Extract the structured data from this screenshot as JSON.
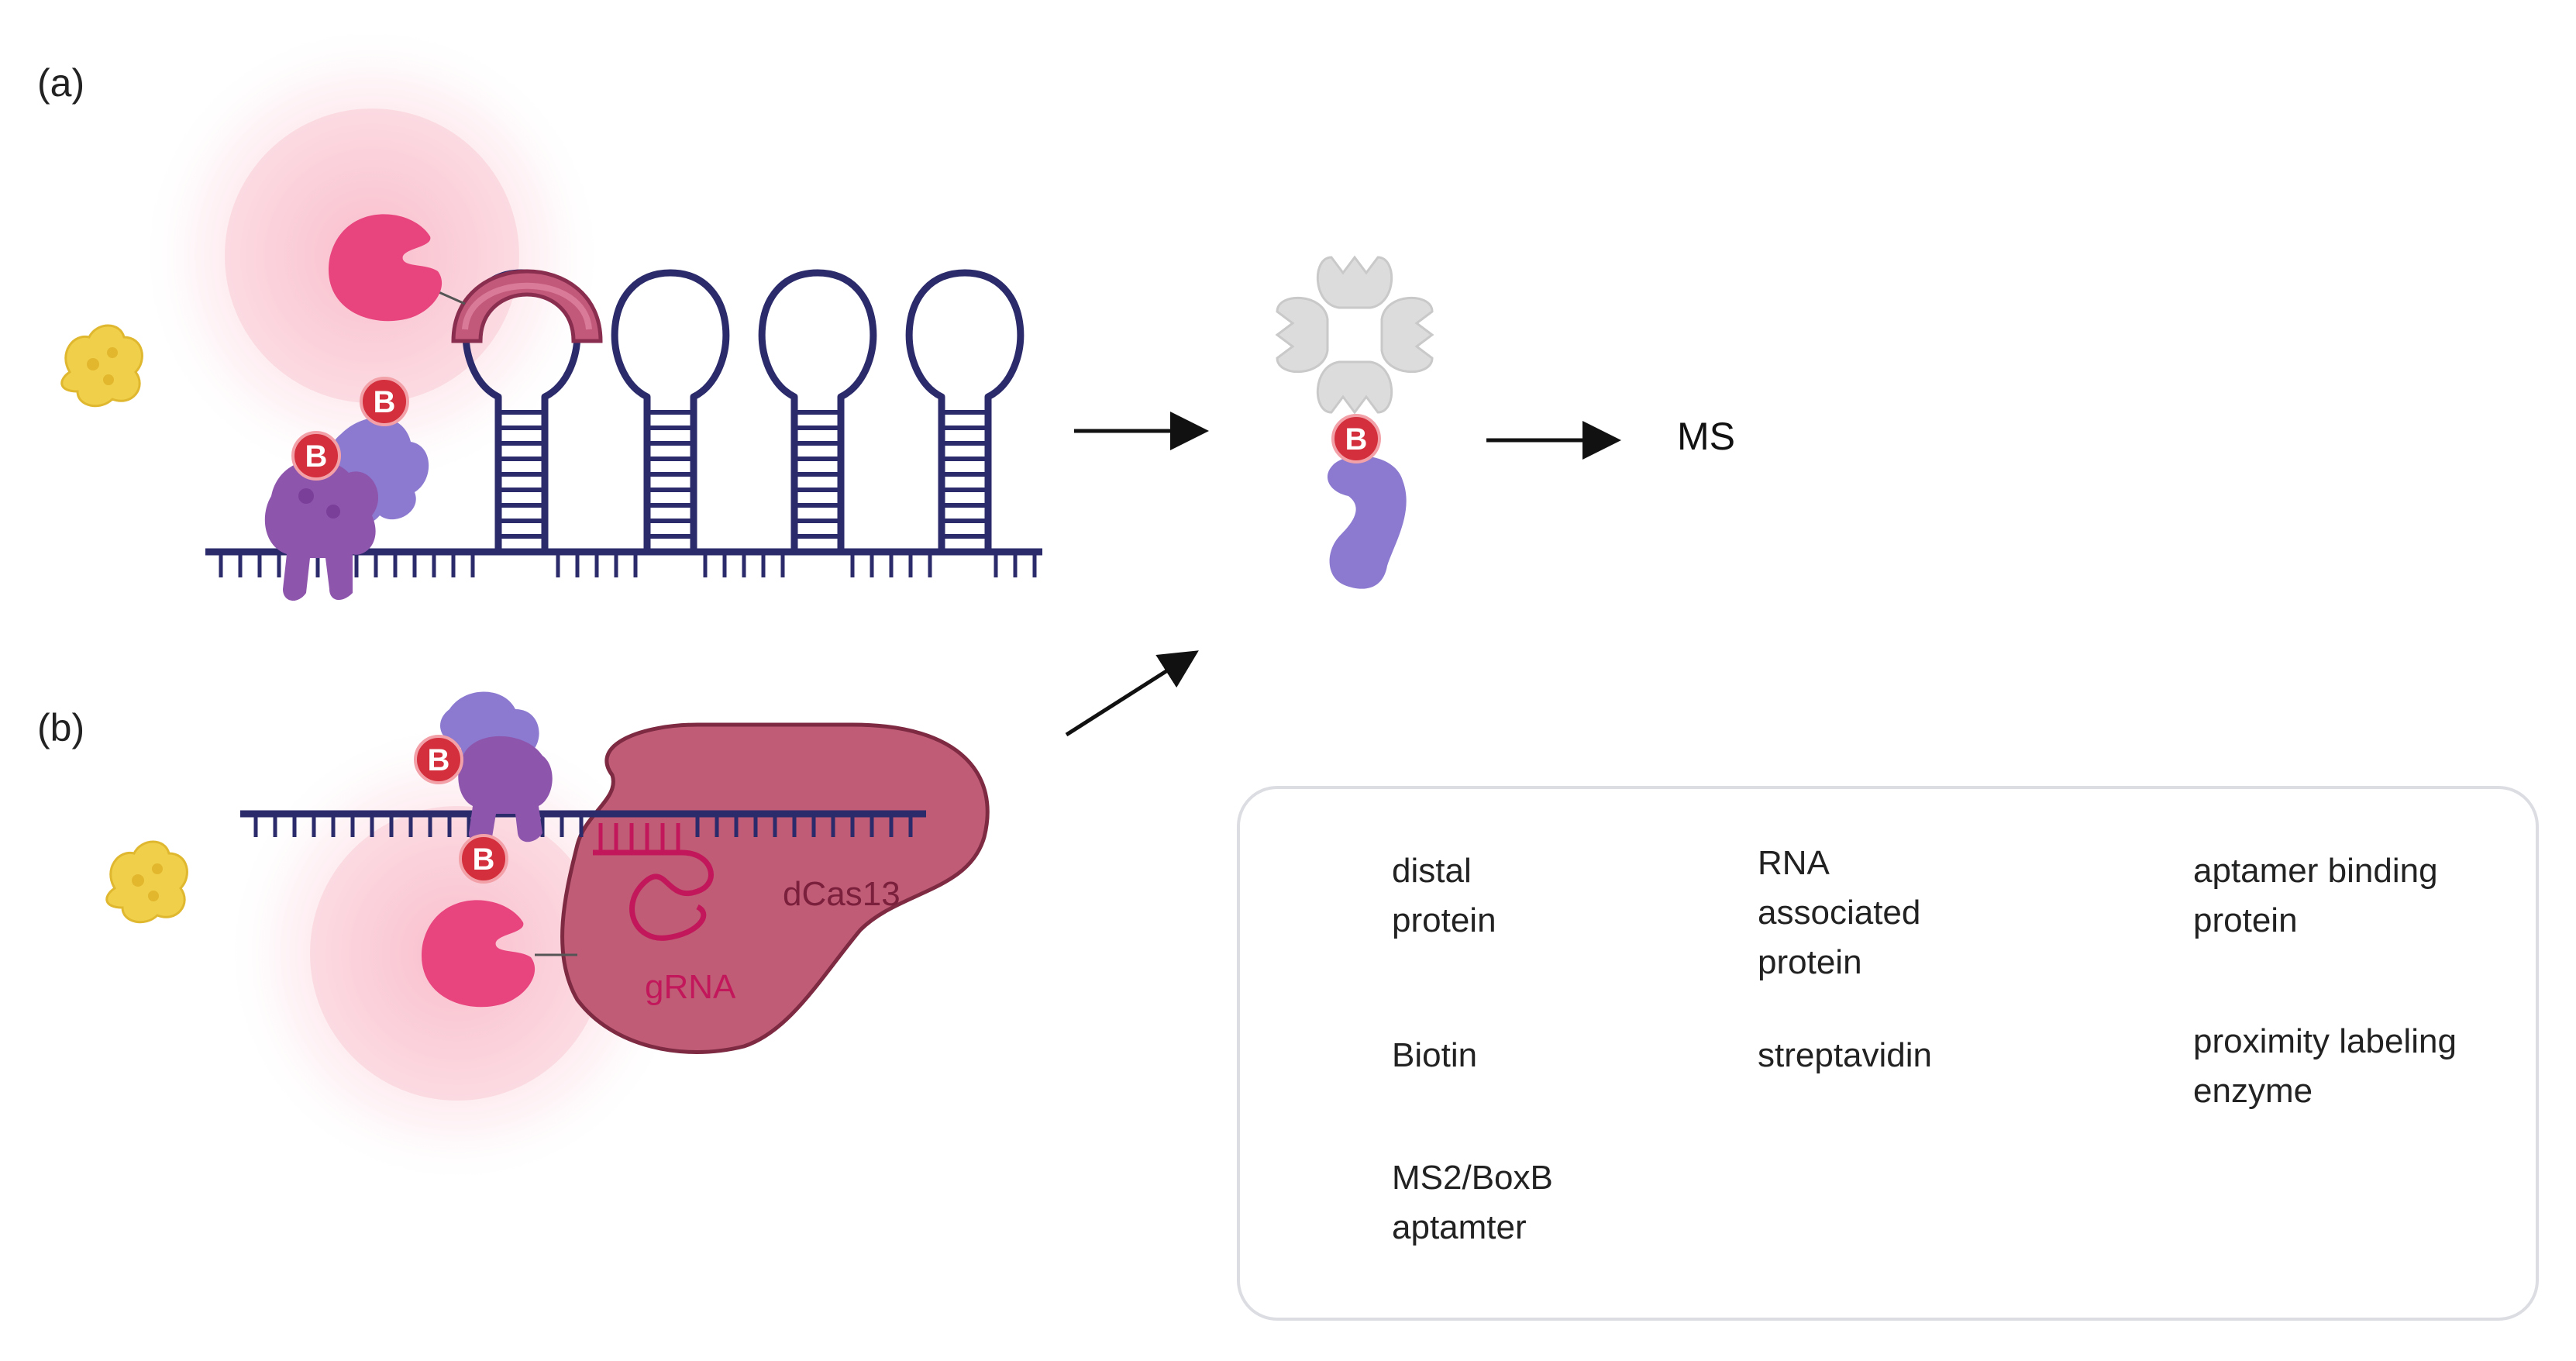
{
  "panels": {
    "a": "(a)",
    "b": "(b)"
  },
  "output_label": "MS",
  "diagram_labels": {
    "dcas13": "dCas13",
    "grna": "gRNA",
    "biotin_letter": "B"
  },
  "legend": {
    "distal_protein": "distal\nprotein",
    "rna_associated_protein": "RNA\nassociated\nprotein",
    "aptamer_binding_protein": "aptamer binding\nprotein",
    "biotin": "Biotin",
    "streptavidin": "streptavidin",
    "proximity_labeling_enzyme": "proximity labeling\nenzyme",
    "aptamer": "MS2/BoxB\naptamter"
  },
  "colors": {
    "rna_strand": "#2b2a6b",
    "enzyme": "#e8457e",
    "aptamer_binding": "#c2587a",
    "rna_protein_dark": "#8e55ad",
    "rna_protein_light": "#8c7ad0",
    "biotin": "#d32f3c",
    "distal_protein": "#f0cf4a",
    "streptavidin": "#d8d8d8",
    "dcas13": "#c05c76"
  }
}
